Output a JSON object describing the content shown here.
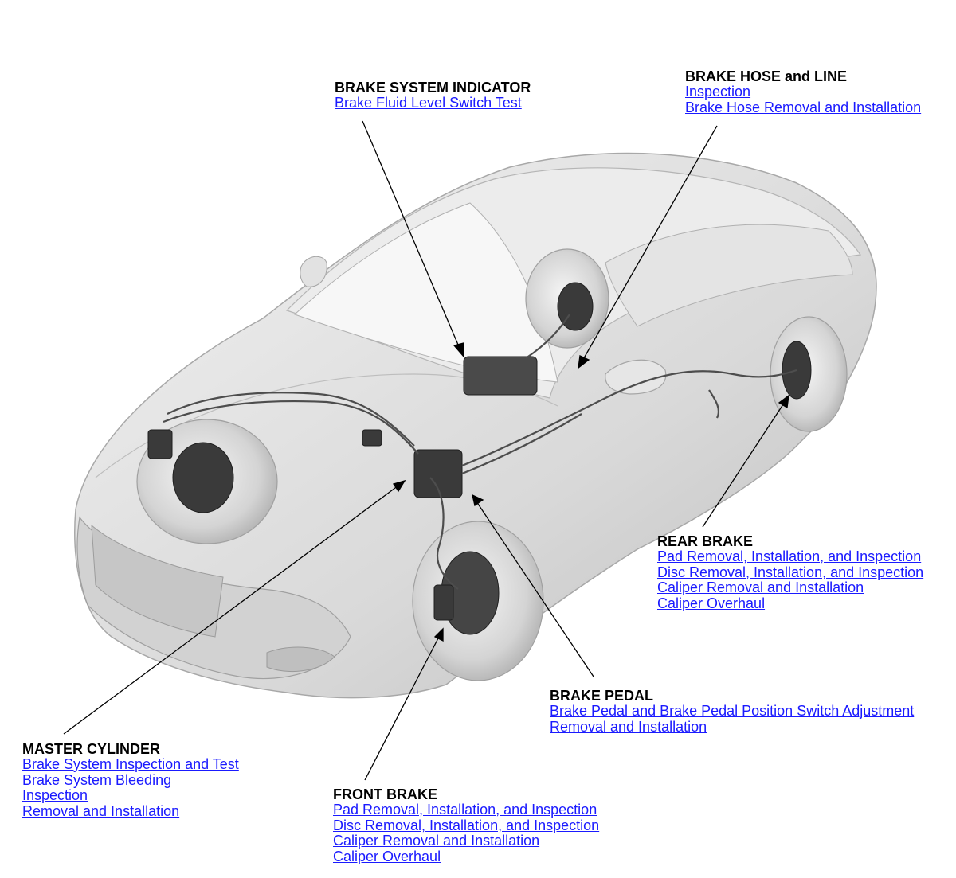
{
  "callouts": {
    "indicator": {
      "title": "BRAKE SYSTEM INDICATOR",
      "links": [
        "Brake Fluid Level Switch Test"
      ]
    },
    "hose": {
      "title": "BRAKE HOSE and LINE",
      "links": [
        "Inspection",
        "Brake Hose Removal and Installation"
      ]
    },
    "rear": {
      "title": "REAR BRAKE",
      "links": [
        "Pad Removal, Installation, and Inspection",
        "Disc Removal, Installation, and Inspection",
        "Caliper Removal and Installation",
        "Caliper Overhaul"
      ]
    },
    "pedal": {
      "title": "BRAKE PEDAL",
      "links": [
        "Brake Pedal and Brake Pedal Position Switch Adjustment",
        "Removal and Installation"
      ]
    },
    "master": {
      "title": "MASTER CYLINDER",
      "links": [
        "Brake System Inspection and Test",
        "Brake System Bleeding",
        "Inspection",
        "Removal and Installation"
      ]
    },
    "front": {
      "title": "FRONT BRAKE",
      "links": [
        "Pad Removal, Installation, and Inspection",
        "Disc Removal, Installation, and Inspection",
        "Caliper Removal and Installation",
        "Caliper Overhaul"
      ]
    }
  },
  "colors": {
    "link": "#1a1aff",
    "leader": "#000000",
    "car_body": "#dcdcdc",
    "brake_parts": "#3a3a3a"
  }
}
